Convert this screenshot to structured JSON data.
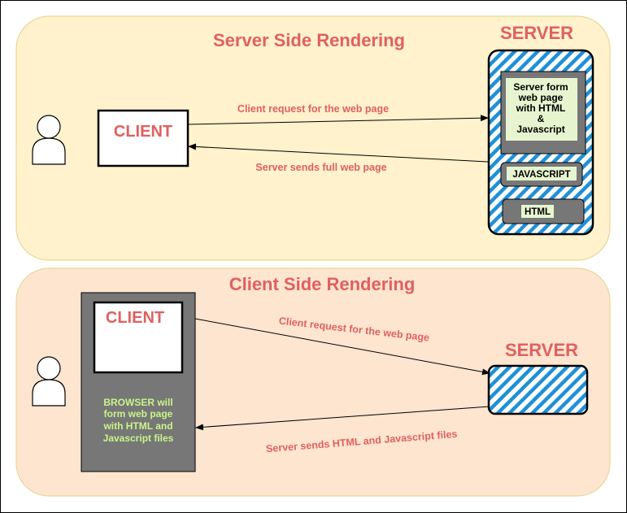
{
  "colors": {
    "panel_top": "#fff2cc",
    "panel_bottom": "#fde5cf",
    "panel_border": "#e8d79a",
    "title_red": "#e06060",
    "server_blue": "#1e90d8",
    "gray_box": "#777777",
    "light_green": "#e6f5d0",
    "green_text": "#c8f58a"
  },
  "ssr": {
    "title": "Server Side Rendering",
    "server_label": "SERVER",
    "client_label": "CLIENT",
    "request_label": "Client request for the web page",
    "response_label": "Server sends full web page",
    "server_form_lines": [
      "Server form",
      "web page",
      "with HTML",
      "&",
      "Javascript"
    ],
    "javascript_label": "JAVASCRIPT",
    "html_label": "HTML",
    "user_icon": "person-icon"
  },
  "csr": {
    "title": "Client Side Rendering",
    "server_label": "SERVER",
    "client_label": "CLIENT",
    "request_label": "Client request for the web page",
    "response_label": "Server sends HTML and Javascript files",
    "browser_lines": [
      "BROWSER will",
      "form web page",
      "with HTML and",
      "Javascript files"
    ],
    "user_icon": "person-icon"
  }
}
